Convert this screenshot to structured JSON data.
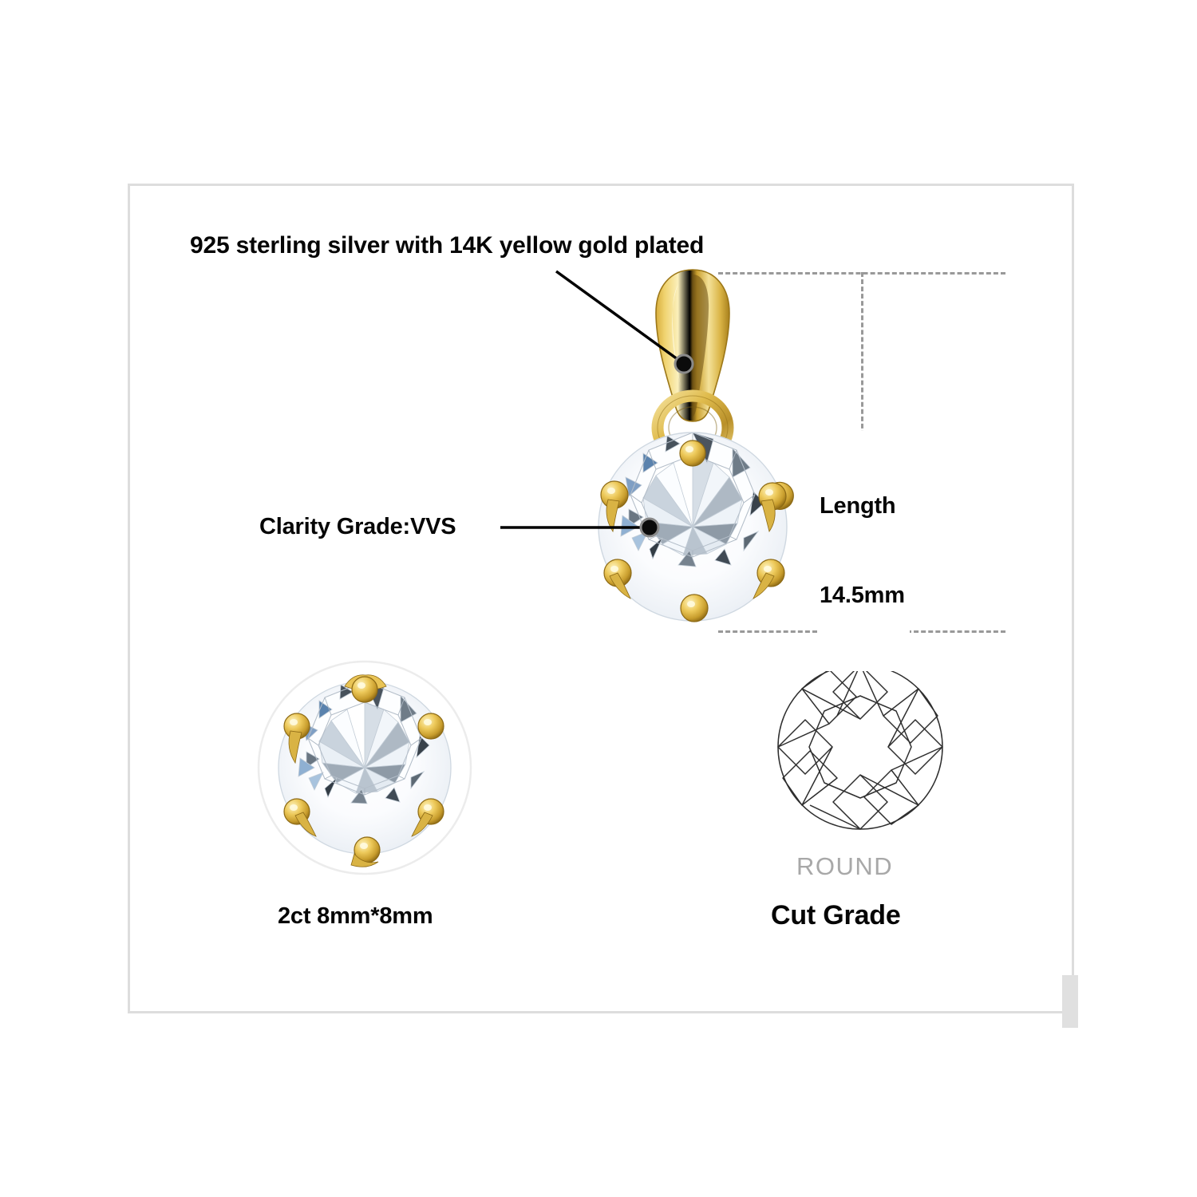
{
  "product_infographic": {
    "frame": {
      "border_color": "#dddddd",
      "background_color": "#ffffff"
    },
    "annotations": {
      "material": "925 sterling silver with 14K yellow gold plated",
      "clarity": "Clarity Grade:VVS",
      "length_line1": "Length",
      "length_line2": "14.5mm",
      "length_combined": "Length 14.5mm"
    },
    "specimens": {
      "stud": {
        "caption": "2ct 8mm*8mm",
        "carat": "2ct",
        "dimensions": "8mm*8mm",
        "prong_count": 6
      },
      "cut_diagram": {
        "shape_name": "ROUND",
        "caption": "Cut Grade"
      },
      "pendant": {
        "prong_count": 6,
        "bail_shape": "teardrop-with-jump-ring"
      }
    },
    "colors": {
      "gold": "#e8c24a",
      "gold_dark": "#b8912a",
      "gold_light": "#f7e9a8",
      "text": "#050505",
      "muted_text": "#a8a8a8",
      "dashed_line": "#999999",
      "frame_border": "#dddddd",
      "gem_blue": "#7f9fc4",
      "gem_grey": "#9aa3ab",
      "gem_dark": "#3d464f"
    },
    "dimension_lines": {
      "top_guide": "horizontal-dashed",
      "bottom_guide": "horizontal-dashed",
      "measure_axis": "vertical-dashed"
    },
    "scrollbar": {
      "visible": true,
      "orientation": "vertical",
      "color": "#e0e0e0"
    }
  }
}
